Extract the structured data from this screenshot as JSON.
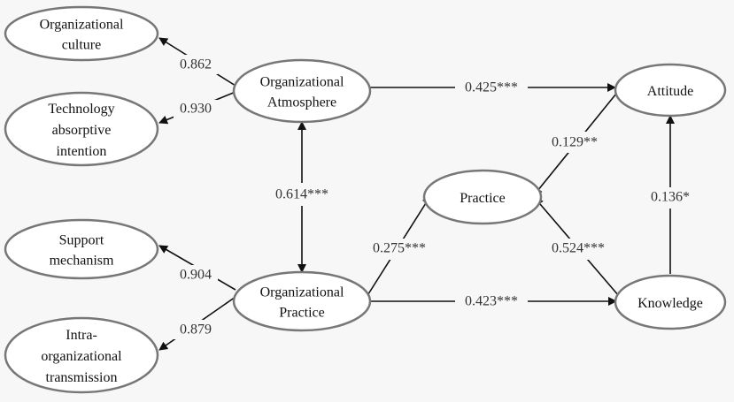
{
  "nodes": {
    "organizational_culture": [
      "Organizational",
      "culture"
    ],
    "technology_absorptive_intention": [
      "Technology",
      "absorptive",
      "intention"
    ],
    "organizational_atmosphere": [
      "Organizational",
      "Atmosphere"
    ],
    "support_mechanism": [
      "Support",
      "mechanism"
    ],
    "intra_organizational_transmission": [
      "Intra-",
      "organizational",
      "transmission"
    ],
    "organizational_practice": [
      "Organizational",
      "Practice"
    ],
    "practice": [
      "Practice"
    ],
    "attitude": [
      "Attitude"
    ],
    "knowledge": [
      "Knowledge"
    ]
  },
  "edges": {
    "atmosphere_to_culture": "0.862",
    "atmosphere_to_technology": "0.930",
    "practice_org_to_support": "0.904",
    "practice_org_to_intra": "0.879",
    "atmosphere_practice_org": "0.614***",
    "atmosphere_to_attitude": "0.425***",
    "attitude_to_practice": "0.129**",
    "practice_org_to_practice": "0.275***",
    "knowledge_to_practice": "0.524***",
    "knowledge_to_attitude": "0.136*",
    "practice_org_to_knowledge": "0.423***"
  }
}
